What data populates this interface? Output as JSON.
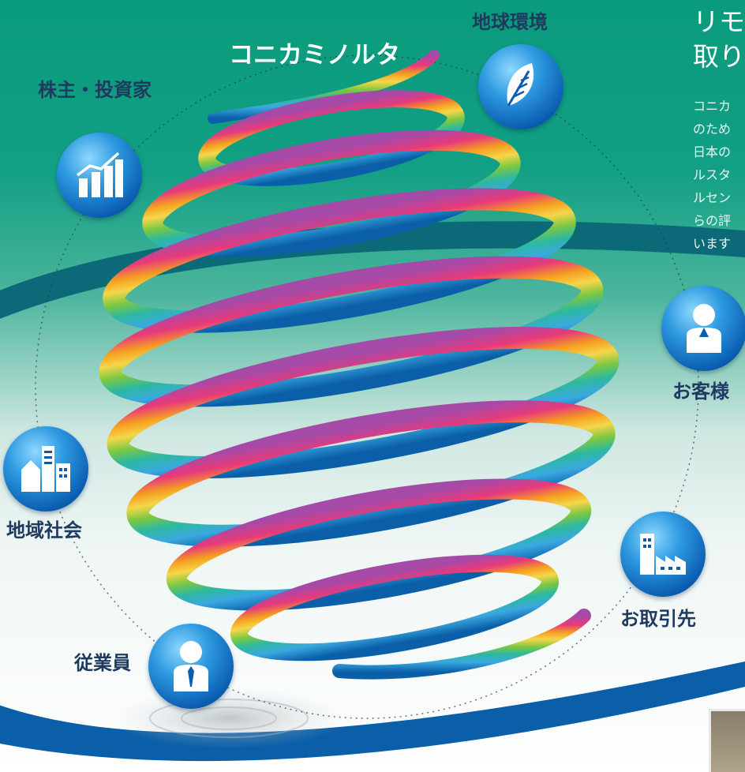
{
  "diagram": {
    "center": {
      "label": "コニカミノルタ"
    },
    "nodes": [
      {
        "id": "environment",
        "label": "地球環境",
        "icon": "leaf-icon"
      },
      {
        "id": "shareholders",
        "label": "株主・投資家",
        "icon": "chart-icon"
      },
      {
        "id": "customers",
        "label": "お客様",
        "icon": "person-icon"
      },
      {
        "id": "community",
        "label": "地域社会",
        "icon": "buildings-icon"
      },
      {
        "id": "partners",
        "label": "お取引先",
        "icon": "factory-icon"
      },
      {
        "id": "employees",
        "label": "従業員",
        "icon": "employee-icon"
      }
    ]
  },
  "side_text": {
    "title_lines": [
      "リモ",
      "取り"
    ],
    "body_lines": [
      "コニカ",
      "のため",
      "日本の",
      "ルスタ",
      "ルセン",
      "らの評",
      "います"
    ]
  },
  "colors": {
    "background_top": "#0a9a7c",
    "icon_blue": "#0a5cb0",
    "label_dark": "#1e3a5f",
    "ring": "#0b5fa8"
  }
}
